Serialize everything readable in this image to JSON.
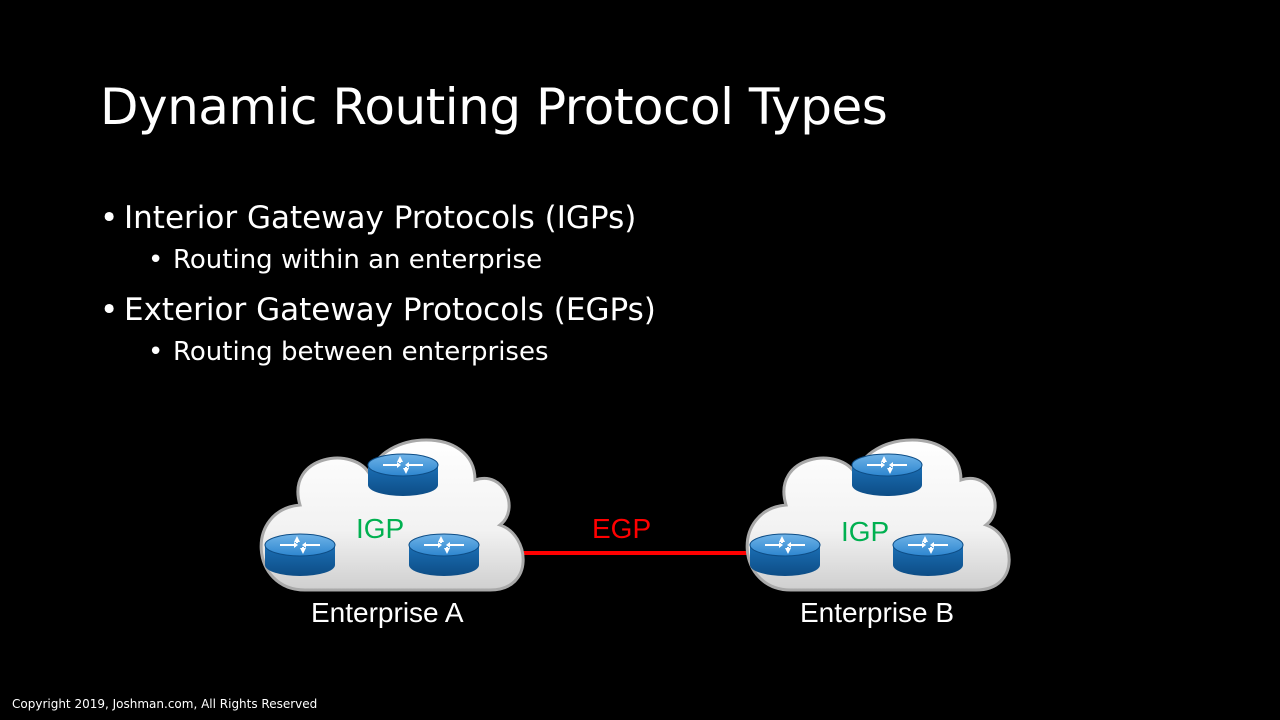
{
  "slide": {
    "title": "Dynamic Routing Protocol Types",
    "bullets": [
      {
        "text": "Interior Gateway Protocols (IGPs)",
        "sub": "Routing within an enterprise"
      },
      {
        "text": "Exterior Gateway Protocols (EGPs)",
        "sub": "Routing between enterprises"
      }
    ],
    "bullet_glyph": "•",
    "footer": "Copyright 2019, Joshman.com, All Rights Reserved"
  },
  "diagram": {
    "enterprise_a": {
      "name": "Enterprise A",
      "protocol": "IGP"
    },
    "enterprise_b": {
      "name": "Enterprise B",
      "protocol": "IGP"
    },
    "link": {
      "label": "EGP"
    },
    "icons": {
      "cloud": "cloud-icon",
      "router": "router-icon"
    },
    "colors": {
      "igp": "#00b050",
      "egp": "#ff0000",
      "router": "#1f77c4",
      "cloud": "#f2f2f2"
    }
  }
}
